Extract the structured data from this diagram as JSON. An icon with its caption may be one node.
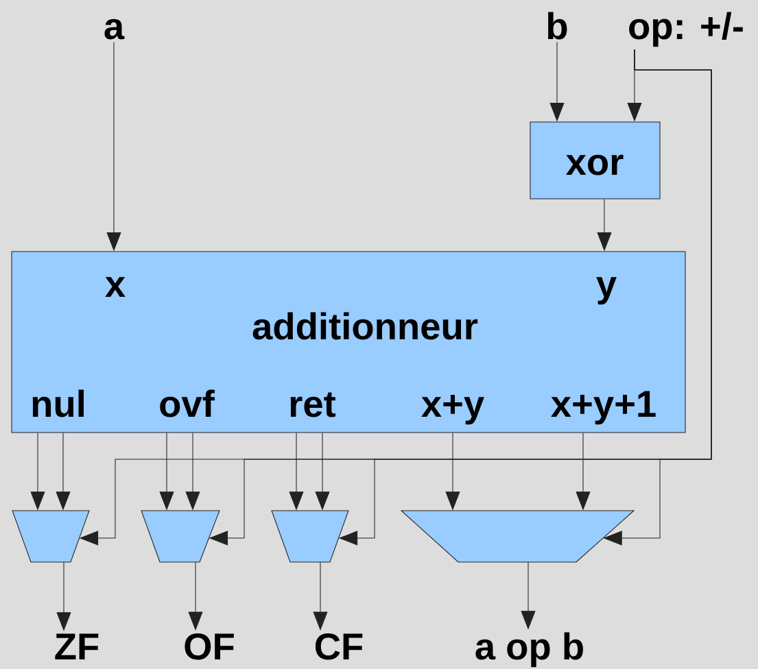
{
  "diagram": {
    "nodes": [
      {
        "text": [
          "a"
        ]
      },
      {
        "text": [
          "b"
        ]
      },
      {
        "text": [
          "op: +/-"
        ]
      },
      {
        "text": [
          "xor"
        ]
      },
      {
        "text": [
          "x",
          "y",
          "additionneur",
          "nul",
          "ovf",
          "ret",
          "x+y",
          "x+y+1"
        ]
      },
      {
        "text": [],
        "shape": "trapezoid"
      },
      {
        "text": [],
        "shape": "trapezoid"
      },
      {
        "text": [],
        "shape": "trapezoid"
      },
      {
        "text": [],
        "shape": "trapezoid"
      },
      {
        "text": [
          "ZF"
        ]
      },
      {
        "text": [
          "OF"
        ]
      },
      {
        "text": [
          "CF"
        ]
      },
      {
        "text": [
          "a op b"
        ]
      }
    ],
    "edges": [
      {
        "from": 0,
        "to": 4,
        "arrow": "to"
      },
      {
        "from": 1,
        "to": 3,
        "arrow": "to"
      },
      {
        "from": 2,
        "to": 3,
        "arrow": "to"
      },
      {
        "from": 3,
        "to": 4,
        "arrow": "to"
      },
      {
        "from": 4,
        "to": 5,
        "arrow": "to"
      },
      {
        "from": 4,
        "to": 5,
        "arrow": "to"
      },
      {
        "from": 4,
        "to": 6,
        "arrow": "to"
      },
      {
        "from": 4,
        "to": 6,
        "arrow": "to"
      },
      {
        "from": 4,
        "to": 7,
        "arrow": "to"
      },
      {
        "from": 4,
        "to": 7,
        "arrow": "to"
      },
      {
        "from": 4,
        "to": 8,
        "arrow": "to"
      },
      {
        "from": 4,
        "to": 8,
        "arrow": "to"
      },
      {
        "from": 2,
        "to": 5,
        "arrow": "to"
      },
      {
        "from": 2,
        "to": 6,
        "arrow": "to"
      },
      {
        "from": 2,
        "to": 7,
        "arrow": "to"
      },
      {
        "from": 2,
        "to": 8,
        "arrow": "to"
      },
      {
        "from": 5,
        "to": 9,
        "arrow": "to"
      },
      {
        "from": 6,
        "to": 10,
        "arrow": "to"
      },
      {
        "from": 7,
        "to": 11,
        "arrow": "to"
      },
      {
        "from": 8,
        "to": 12,
        "arrow": "to"
      }
    ]
  }
}
